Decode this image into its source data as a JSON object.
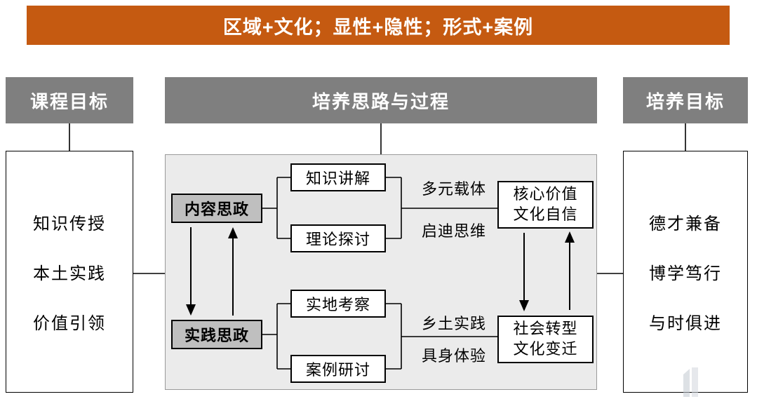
{
  "banner": {
    "text": "区域+文化；显性+隐性；形式+案例"
  },
  "headers": {
    "left": "课程目标",
    "center": "培养思路与过程",
    "right": "培养目标"
  },
  "left_panel": {
    "items": [
      "知识传授",
      "本土实践",
      "价值引领"
    ]
  },
  "right_panel": {
    "items": [
      "德才兼备",
      "博学笃行",
      "与时俱进"
    ]
  },
  "diagram": {
    "content_politics": "内容思政",
    "practice_politics": "实践思政",
    "knowledge_lecture": "知识讲解",
    "theory_discussion": "理论探讨",
    "field_survey": "实地考察",
    "case_seminar": "案例研讨",
    "carrier_label": "多元载体",
    "inspire_label": "启迪思维",
    "rural_label": "乡土实践",
    "embodied_label": "具身体验",
    "core_value": {
      "line1": "核心价值",
      "line2": "文化自信"
    },
    "social_transform": {
      "line1": "社会转型",
      "line2": "文化变迁"
    }
  },
  "colors": {
    "banner_bg": "#C55A11",
    "header_bg": "#7F7F7F",
    "area_bg": "#EBEBEB",
    "node_gray_bg": "#BFBFBF",
    "line_color": "#000000"
  }
}
